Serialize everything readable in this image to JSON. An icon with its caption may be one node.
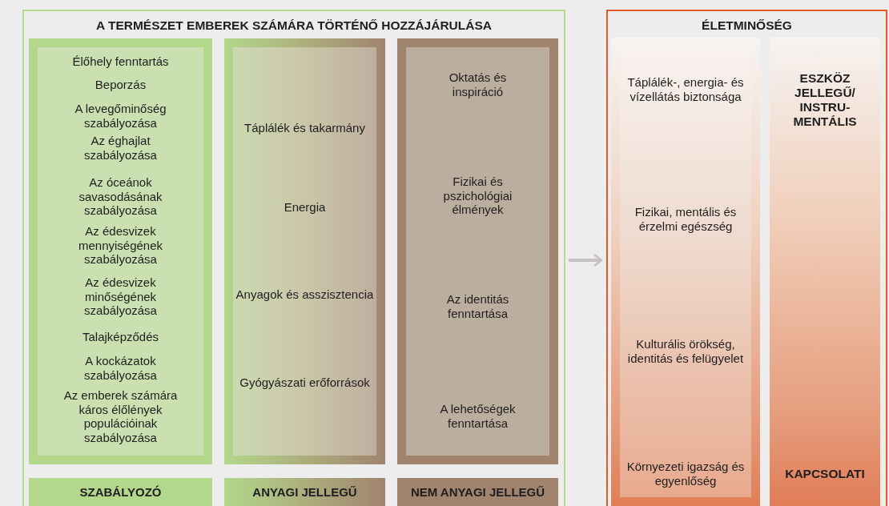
{
  "diagram": {
    "nodes": [
      {
        "text": [
          "A TERMÉSZET EMBEREK SZÁMÁRA TÖRTÉNŐ HOZZÁJÁRULÁSA"
        ]
      },
      {
        "text": [
          "Élőhely fenntartás",
          "Beporzás",
          "A levegőminőség szabályozása",
          "Az éghajlat szabályozása",
          "Az óceánok savasodásának szabályozása",
          "Az édesvizek mennyiségének szabályozása",
          "Az édesvizek minőségének szabályozása",
          "Talajképződés",
          "A kockázatok szabályozása",
          "Az emberek számára káros élőlények populációinak szabályozása"
        ],
        "in": 0
      },
      {
        "text": [
          "SZABÁLYOZÓ"
        ],
        "in": 0
      },
      {
        "text": [
          "Táplálék és takarmány",
          "Energia",
          "Anyagok és asszisztencia",
          "Gyógyászati erőforrások"
        ],
        "in": 0
      },
      {
        "text": [
          "ANYAGI JELLEGŰ"
        ],
        "in": 0
      },
      {
        "text": [
          "Oktatás és inspiráció",
          "Fizikai és pszichológiai élmények",
          "Az identitás fenntartása",
          "A lehetőségek fenntartása"
        ],
        "in": 0
      },
      {
        "text": [
          "NEM ANYAGI JELLEGŰ"
        ],
        "in": 0
      },
      {
        "text": [
          "ÉLETMINŐSÉG"
        ]
      },
      {
        "text": [
          "Táplálék-, energia- és vízellátás biztonsága",
          "Fizikai, mentális és érzelmi egészség",
          "Kulturális örökség, identitás és felügyelet",
          "Környezeti igazság és egyenlőség"
        ],
        "in": 7
      },
      {
        "text": [
          "ESZKÖZ JELLEGŰ/ INSTRU- MENTÁLIS",
          "KAPCSOLATI"
        ],
        "in": 7
      }
    ],
    "edges": [
      {
        "from": 0,
        "to": 7,
        "arrow": "to"
      }
    ]
  }
}
